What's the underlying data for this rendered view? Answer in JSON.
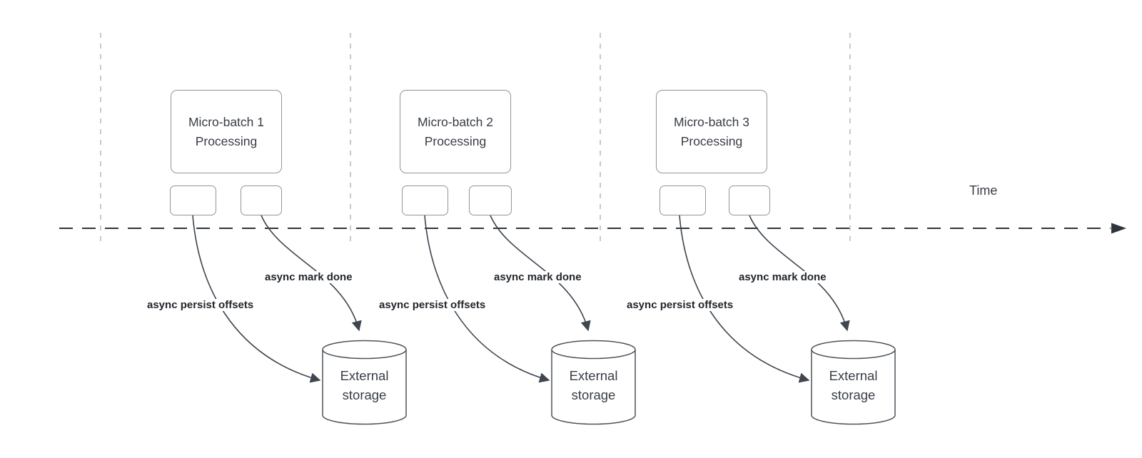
{
  "diagram": {
    "time_label": "Time",
    "columns": [
      {
        "batch_title_line1": "Micro-batch 1",
        "batch_title_line2": "Processing",
        "persist_label": "async persist offsets",
        "done_label": "async mark done",
        "storage_line1": "External",
        "storage_line2": "storage"
      },
      {
        "batch_title_line1": "Micro-batch 2",
        "batch_title_line2": "Processing",
        "persist_label": "async persist offsets",
        "done_label": "async mark done",
        "storage_line1": "External",
        "storage_line2": "storage"
      },
      {
        "batch_title_line1": "Micro-batch 3",
        "batch_title_line2": "Processing",
        "persist_label": "async persist offsets",
        "done_label": "async mark done",
        "storage_line1": "External",
        "storage_line2": "storage"
      }
    ],
    "colors": {
      "curve": "#3f464f",
      "axis": "#2f353c",
      "divider": "#b9bcc0",
      "shape_border": "#8f959b",
      "cylinder_border": "#4d545c",
      "text_dark": "#21262c",
      "text_medium": "#383d45",
      "background": "#ffffff"
    }
  }
}
